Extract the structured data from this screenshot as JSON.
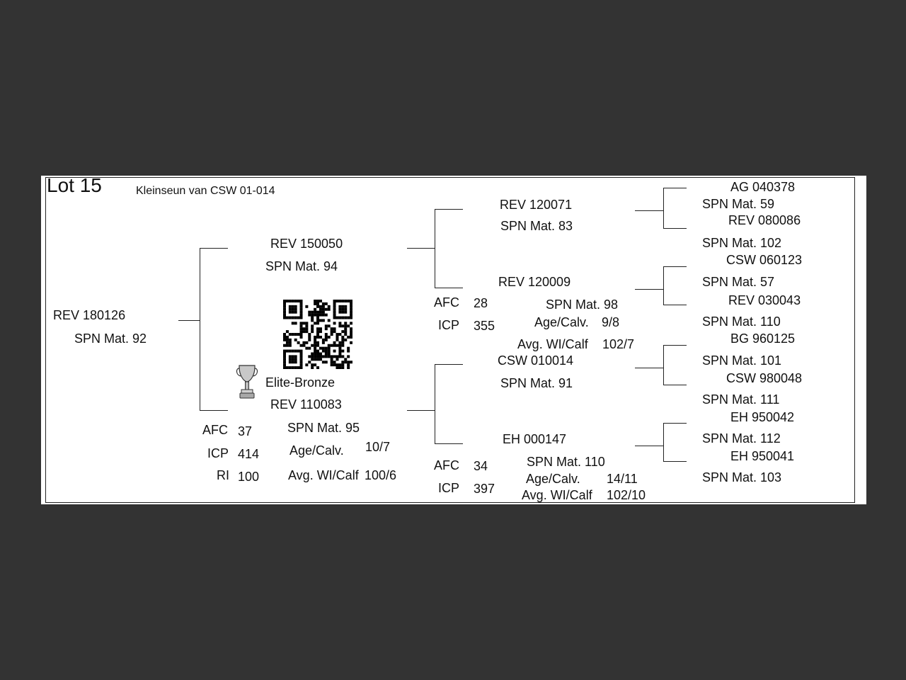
{
  "lot": {
    "title": "Lot 15",
    "subtitle": "Kleinseun van CSW 01-014"
  },
  "animal": {
    "id": "REV 180126",
    "spn": "SPN Mat. 92"
  },
  "sire": {
    "id": "REV 150050",
    "spn": "SPN Mat. 94",
    "sire": {
      "id": "REV 120071",
      "spn": "SPN Mat. 83"
    },
    "dam": {
      "id": "REV 120009",
      "spn": "SPN Mat. 98",
      "age_calv_label": "Age/Calv.",
      "age_calv_value": "9/8",
      "avg_wi_label": "Avg. WI/Calf",
      "avg_wi_value": "102/7",
      "afc_label": "AFC",
      "afc_value": "28",
      "icp_label": "ICP",
      "icp_value": "355"
    }
  },
  "dam": {
    "award": "Elite-Bronze",
    "id": "REV 110083",
    "spn": "SPN Mat. 95",
    "age_calv_label": "Age/Calv.",
    "age_calv_value": "10/7",
    "avg_wi_label": "Avg. WI/Calf",
    "avg_wi_value": "100/6",
    "afc_label": "AFC",
    "afc_value": "37",
    "icp_label": "ICP",
    "icp_value": "414",
    "ri_label": "RI",
    "ri_value": "100",
    "sire": {
      "id": "CSW 010014",
      "spn": "SPN Mat. 91"
    },
    "dam": {
      "id": "EH  000147",
      "spn": "SPN Mat. 110",
      "age_calv_label": "Age/Calv.",
      "age_calv_value": "14/11",
      "avg_wi_label": "Avg. WI/Calf",
      "avg_wi_value": "102/10",
      "afc_label": "AFC",
      "afc_value": "34",
      "icp_label": "ICP",
      "icp_value": "397"
    }
  },
  "great_grandparents": [
    {
      "id": "AG  040378",
      "spn": "SPN Mat. 59"
    },
    {
      "id": "REV 080086",
      "spn": "SPN Mat. 102"
    },
    {
      "id": "CSW 060123",
      "spn": "SPN Mat. 57"
    },
    {
      "id": "REV 030043",
      "spn": "SPN Mat. 110"
    },
    {
      "id": "BG  960125",
      "spn": "SPN Mat. 101"
    },
    {
      "id": "CSW 980048",
      "spn": "SPN Mat. 111"
    },
    {
      "id": "EH  950042",
      "spn": "SPN Mat. 112"
    },
    {
      "id": "EH  950041",
      "spn": "SPN Mat. 103"
    }
  ],
  "icons": {
    "trophy": "trophy-icon",
    "qr": "qr-code"
  }
}
